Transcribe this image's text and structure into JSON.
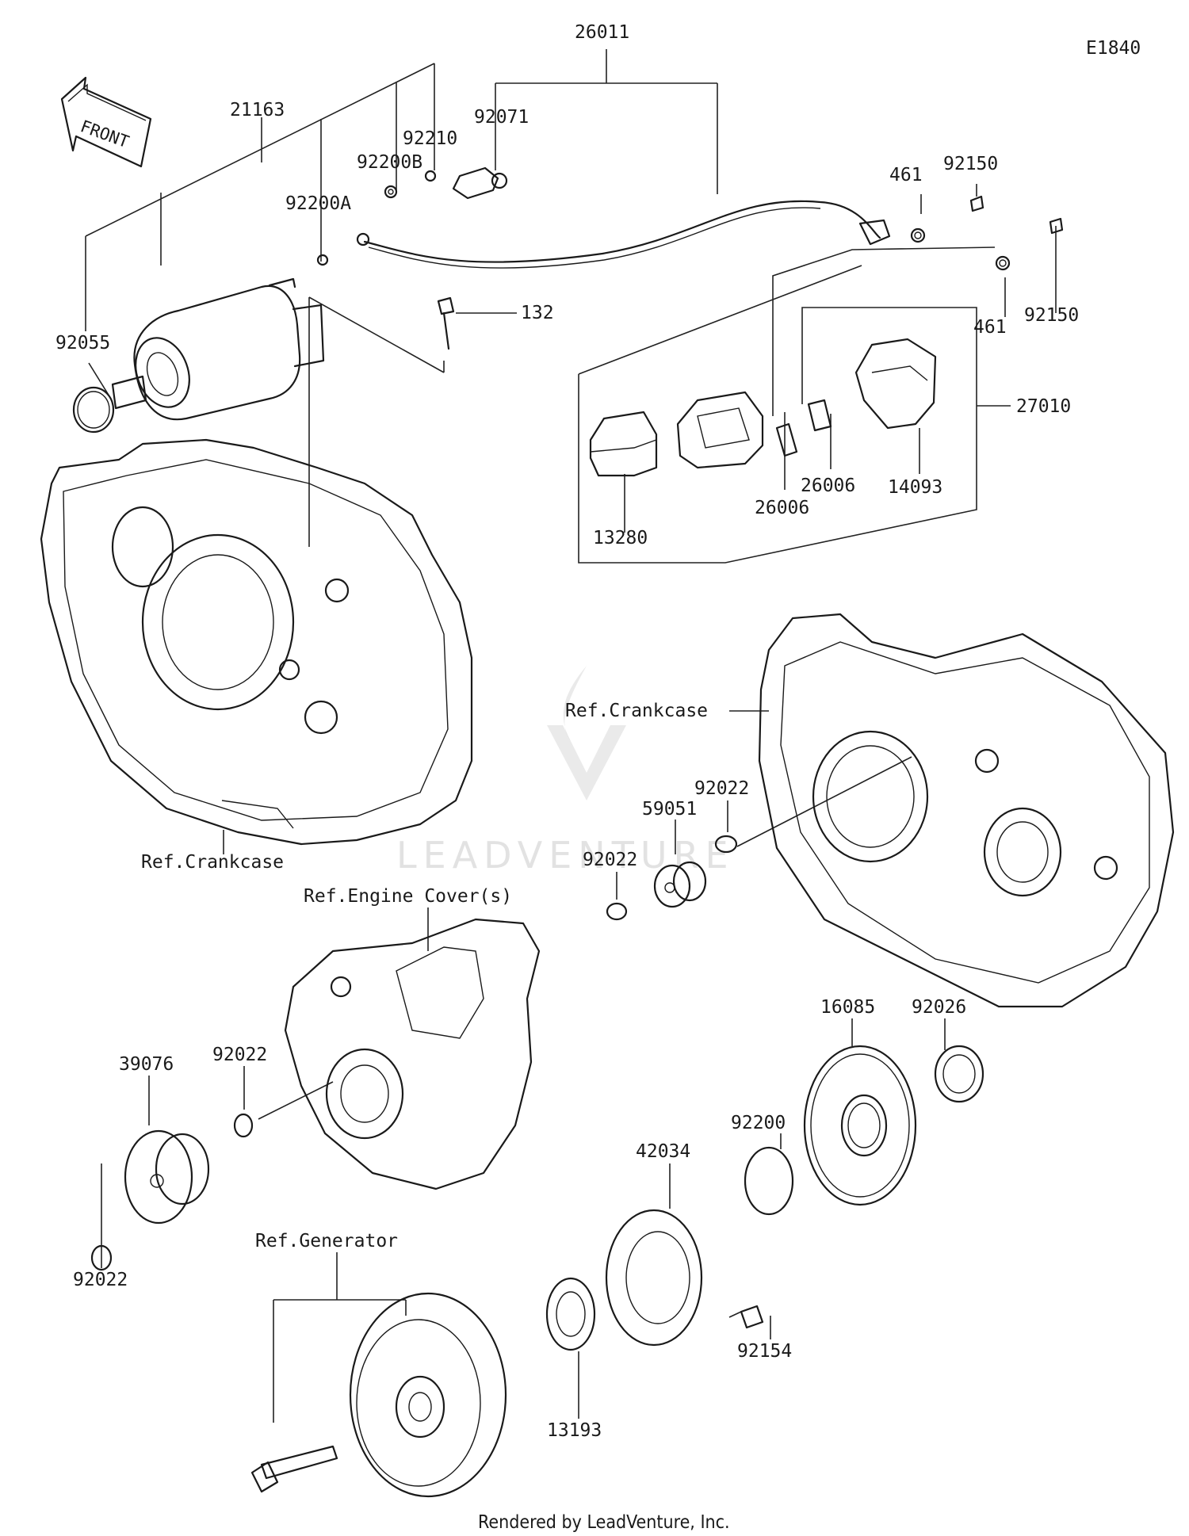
{
  "diagram_code": "E1840",
  "front_label": "FRONT",
  "watermark": "LEADVENTURE",
  "footer": "Rendered by LeadVenture, Inc.",
  "labels": {
    "p26011": "26011",
    "p21163": "21163",
    "p92210": "92210",
    "p92071": "92071",
    "p92200B": "92200B",
    "p92200A": "92200A",
    "p461a": "461",
    "p92150a": "92150",
    "p461b": "461",
    "p92150b": "92150",
    "p132": "132",
    "p92055": "92055",
    "p27010": "27010",
    "p26006a": "26006",
    "p26006b": "26006",
    "p14093": "14093",
    "p13280": "13280",
    "ref_crankcase_right": "Ref.Crankcase",
    "ref_crankcase_left": "Ref.Crankcase",
    "p92022a": "92022",
    "p59051": "59051",
    "p92022b": "92022",
    "ref_engine_cover": "Ref.Engine Cover(s)",
    "p16085": "16085",
    "p92026": "92026",
    "p39076": "39076",
    "p92022c": "92022",
    "p92200": "92200",
    "p42034": "42034",
    "p92022d": "92022",
    "ref_generator": "Ref.Generator",
    "p92154": "92154",
    "p13193": "13193"
  }
}
